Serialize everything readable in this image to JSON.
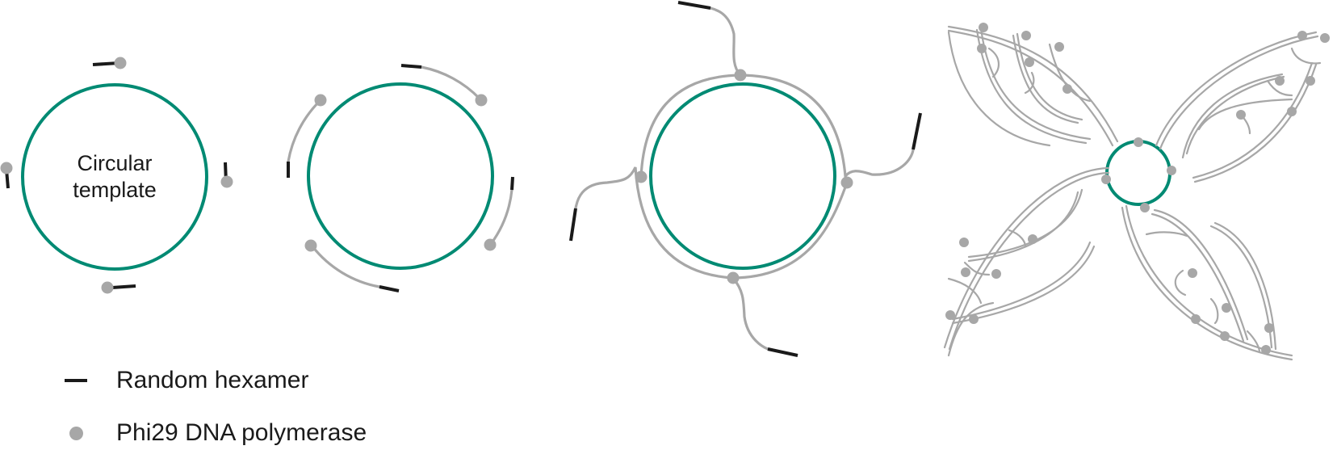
{
  "diagram": {
    "template_label_line1": "Circular",
    "template_label_line2": "template"
  },
  "legend": {
    "hexamer_label": "Random hexamer",
    "polymerase_label": "Phi29 DNA polymerase"
  },
  "colors": {
    "template": "#008a73",
    "strand": "#a7a7a7",
    "hexamer": "#1a1a1a",
    "polymerase": "#a7a7a7"
  }
}
